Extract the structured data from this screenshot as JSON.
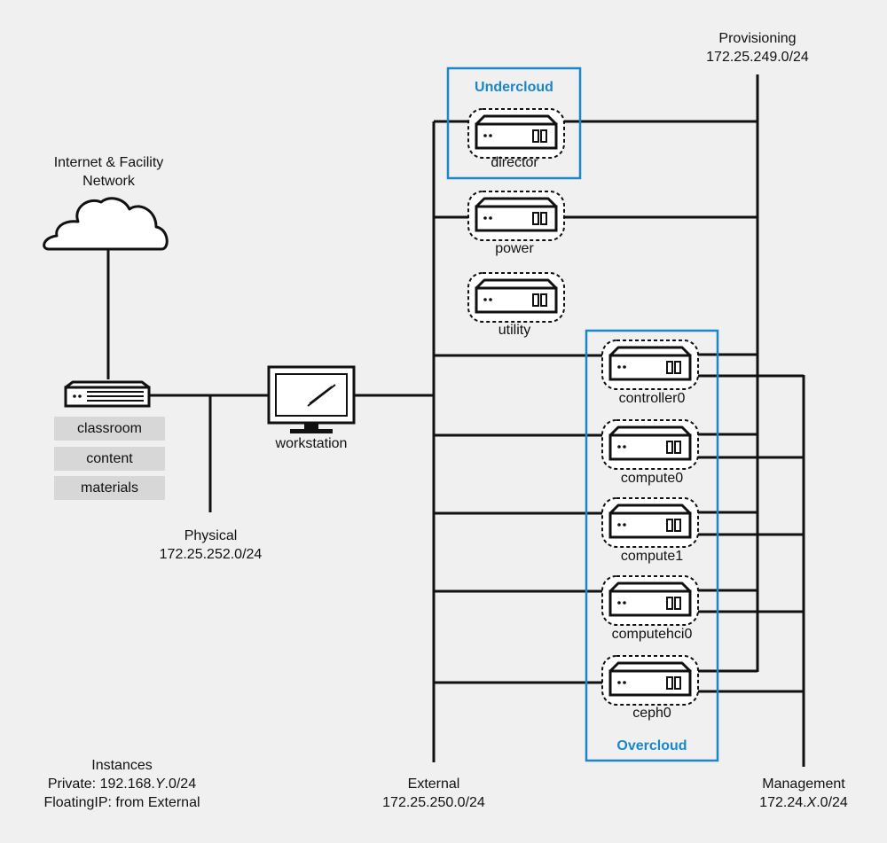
{
  "internet": {
    "line1": "Internet & Facility",
    "line2": "Network"
  },
  "classroom": {
    "chips": [
      "classroom",
      "content",
      "materials"
    ]
  },
  "workstation": {
    "label": "workstation"
  },
  "undercloud": {
    "title": "Undercloud"
  },
  "overcloud": {
    "title": "Overcloud"
  },
  "nodes": {
    "director": "director",
    "power": "power",
    "utility": "utility",
    "controller0": "controller0",
    "compute0": "compute0",
    "compute1": "compute1",
    "computehci0": "computehci0",
    "ceph0": "ceph0"
  },
  "networks": {
    "provisioning": {
      "name": "Provisioning",
      "cidr": "172.25.249.0/24"
    },
    "physical": {
      "name": "Physical",
      "cidr": "172.25.252.0/24"
    },
    "external": {
      "name": "External",
      "cidr": "172.25.250.0/24"
    },
    "management": {
      "name": "Management",
      "cidr_prefix": "172.24.",
      "cidr_var": "X",
      "cidr_suffix": ".0/24"
    }
  },
  "instances": {
    "title": "Instances",
    "private_prefix": "Private: 192.168.",
    "private_var": "Y",
    "private_suffix": ".0/24",
    "floating": "FloatingIP: from External"
  },
  "colors": {
    "accent": "#1a87c8",
    "line": "#111111",
    "chip": "#d7d7d7",
    "background": "#f0f0f0"
  }
}
